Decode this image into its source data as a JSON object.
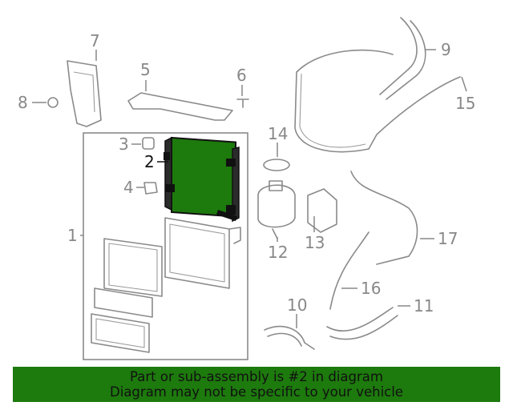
{
  "callouts": [
    "1",
    "2",
    "3",
    "4",
    "5",
    "6",
    "7",
    "8",
    "9",
    "10",
    "11",
    "12",
    "13",
    "14",
    "15",
    "16",
    "17"
  ],
  "highlight_part": "2",
  "colors": {
    "highlight": "#1d7a0d",
    "banner": "#1d7a0d",
    "line": "#8a8a8a"
  },
  "banner": {
    "line1": "Part or sub-assembly is #2 in diagram",
    "line2": "Diagram may not be specific to your vehicle"
  }
}
